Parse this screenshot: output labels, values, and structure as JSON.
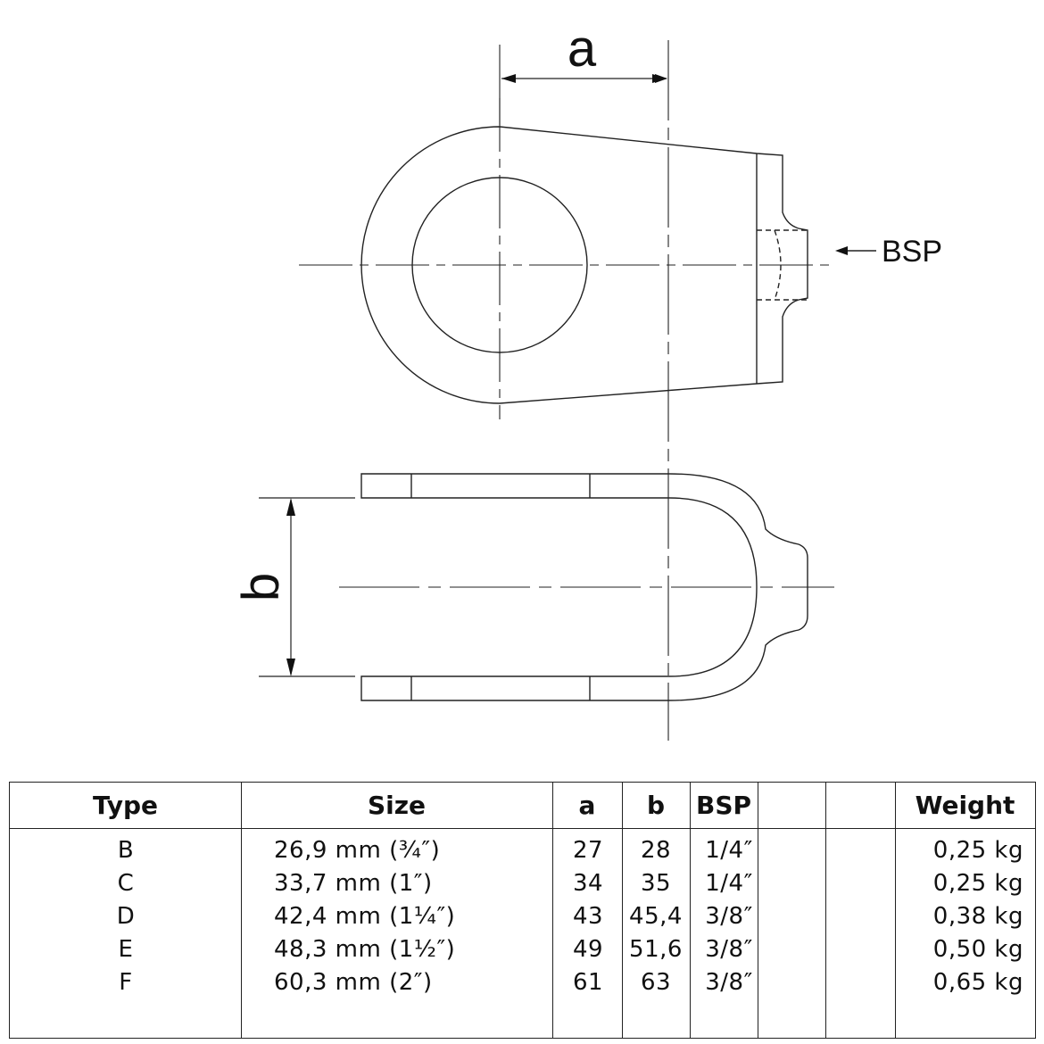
{
  "drawing": {
    "dim_a": "a",
    "dim_b": "b",
    "bsp_label": "BSP"
  },
  "table": {
    "headers": {
      "type": "Type",
      "size": "Size",
      "a": "a",
      "b": "b",
      "bsp": "BSP",
      "empty1": "",
      "empty2": "",
      "weight": "Weight"
    },
    "rows": [
      {
        "type": "B",
        "size": "26,9 mm (¾″)",
        "a": "27",
        "b": "28",
        "bsp": "1/4″",
        "weight": "0,25 kg"
      },
      {
        "type": "C",
        "size": "33,7 mm (1″)",
        "a": "34",
        "b": "35",
        "bsp": "1/4″",
        "weight": "0,25 kg"
      },
      {
        "type": "D",
        "size": "42,4 mm (1¼″)",
        "a": "43",
        "b": "45,4",
        "bsp": "3/8″",
        "weight": "0,38 kg"
      },
      {
        "type": "E",
        "size": "48,3 mm (1½″)",
        "a": "49",
        "b": "51,6",
        "bsp": "3/8″",
        "weight": "0,50 kg"
      },
      {
        "type": "F",
        "size": "60,3 mm (2″)",
        "a": "61",
        "b": "63",
        "bsp": "3/8″",
        "weight": "0,65 kg"
      }
    ]
  }
}
